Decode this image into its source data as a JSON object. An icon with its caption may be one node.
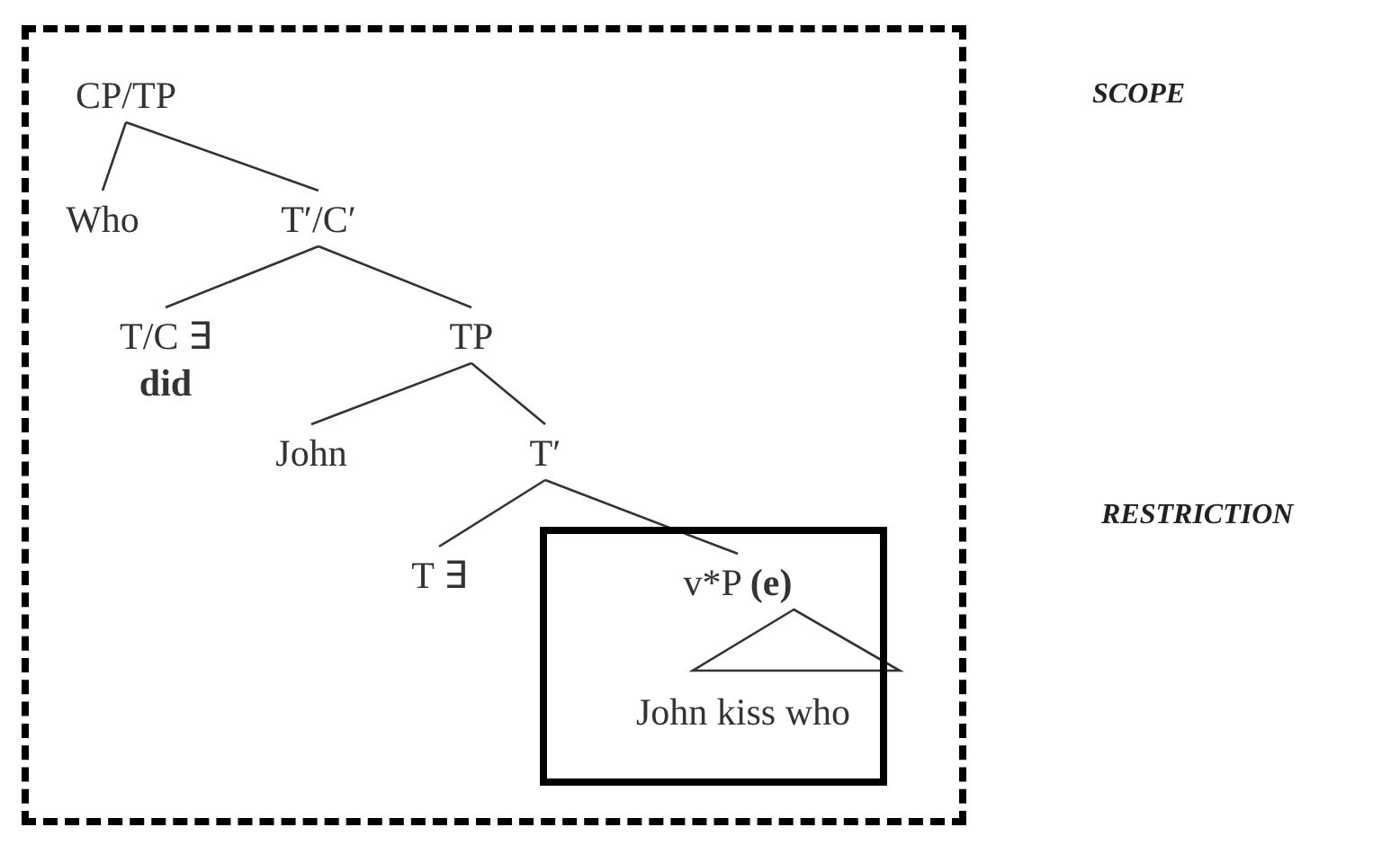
{
  "diagram": {
    "nodes": [
      {
        "text": [],
        "shape": "box"
      },
      {
        "text": [
          "CP/TP"
        ],
        "in": 0
      },
      {
        "text": [
          "Who"
        ],
        "in": 0
      },
      {
        "text": [
          "T′/C′"
        ],
        "in": 0
      },
      {
        "text": [
          "T/C ∃",
          "did"
        ],
        "in": 0
      },
      {
        "text": [
          "TP"
        ],
        "in": 0
      },
      {
        "text": [
          "John"
        ],
        "in": 0
      },
      {
        "text": [
          "T′"
        ],
        "in": 0
      },
      {
        "text": [
          "T ∃"
        ],
        "in": 0
      },
      {
        "text": [],
        "shape": "box",
        "in": 0
      },
      {
        "text": [
          "v*P **(e)**"
        ],
        "in": 9
      },
      {
        "text": [
          "John kiss who"
        ],
        "in": 9
      }
    ],
    "edges": [
      {
        "from": 1,
        "to": 2,
        "arrow": "none"
      },
      {
        "from": 1,
        "to": 3,
        "arrow": "none"
      },
      {
        "from": 3,
        "to": 4,
        "arrow": "none"
      },
      {
        "from": 3,
        "to": 5,
        "arrow": "none"
      },
      {
        "from": 5,
        "to": 6,
        "arrow": "none"
      },
      {
        "from": 5,
        "to": 7,
        "arrow": "none"
      },
      {
        "from": 7,
        "to": 8,
        "arrow": "none"
      },
      {
        "from": 7,
        "to": 10,
        "arrow": "none"
      },
      {
        "from": 10,
        "to": 11,
        "arrow": "none"
      }
    ],
    "labels": [
      "SCOPE",
      "RESTRICTION"
    ]
  }
}
